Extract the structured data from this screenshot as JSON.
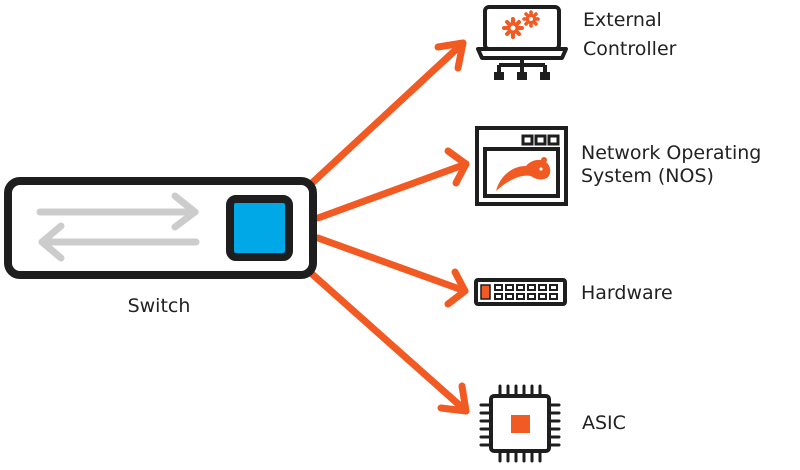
{
  "colors": {
    "accent": "#F15A22",
    "outline": "#1e1e1e",
    "arrow_gray": "#cccccc",
    "port_blue": "#00A8E8",
    "text": "#222222"
  },
  "switch": {
    "label": "Switch",
    "icons": [
      "bidirectional-arrows-icon",
      "port-icon"
    ]
  },
  "targets": [
    {
      "id": "external-controller",
      "icon": "laptop-gears-icon",
      "label_lines": [
        "External",
        "Controller"
      ]
    },
    {
      "id": "nos",
      "icon": "window-logo-icon",
      "label_lines": [
        "Network Operating",
        "System (NOS)"
      ]
    },
    {
      "id": "hardware",
      "icon": "port-panel-icon",
      "label_lines": [
        "Hardware"
      ]
    },
    {
      "id": "asic",
      "icon": "chip-icon",
      "label_lines": [
        "ASIC"
      ]
    }
  ]
}
